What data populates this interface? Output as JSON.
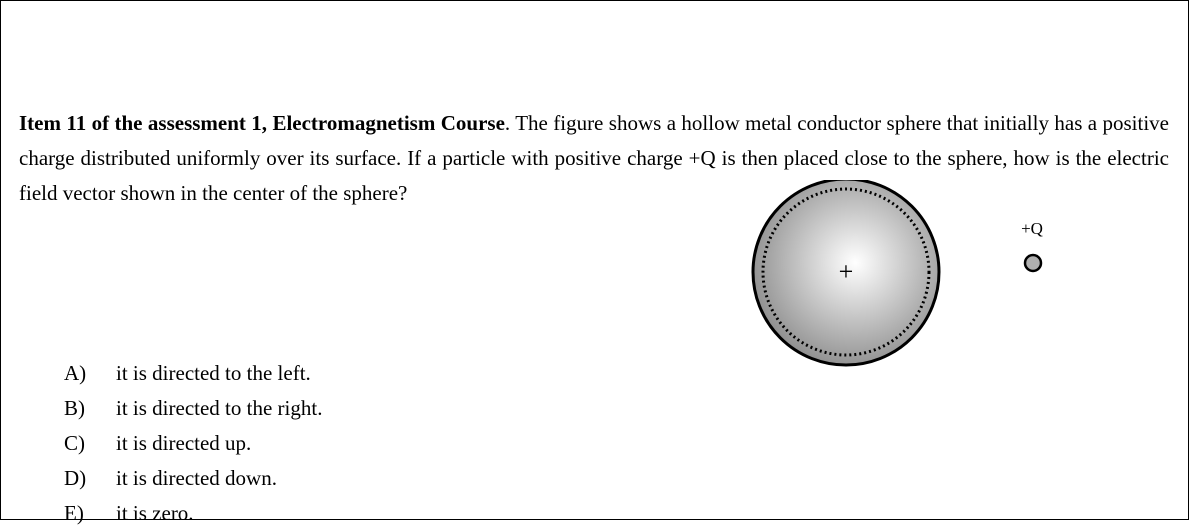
{
  "question": {
    "title": "Item 11 of the assessment 1, Electromagnetism Course",
    "body": ". The figure shows a hollow metal conductor sphere that initially has a positive charge distributed uniformly over its surface. If a particle with positive charge +Q is then placed close to the sphere, how is the electric field vector shown in the center of the sphere?"
  },
  "options": [
    {
      "letter": "A)",
      "text": "it is directed to the left."
    },
    {
      "letter": "B)",
      "text": "it is directed to the right."
    },
    {
      "letter": "C)",
      "text": "it is directed up."
    },
    {
      "letter": "D)",
      "text": "it is directed down."
    },
    {
      "letter": "E)",
      "text": "it is zero."
    }
  ],
  "figure": {
    "sphere_symbol": "+",
    "particle_label": "+Q",
    "colors": {
      "sphere_light": "#ffffff",
      "sphere_dark": "#8a8a8a",
      "particle_fill": "#b0b0b0",
      "stroke": "#000000"
    }
  }
}
